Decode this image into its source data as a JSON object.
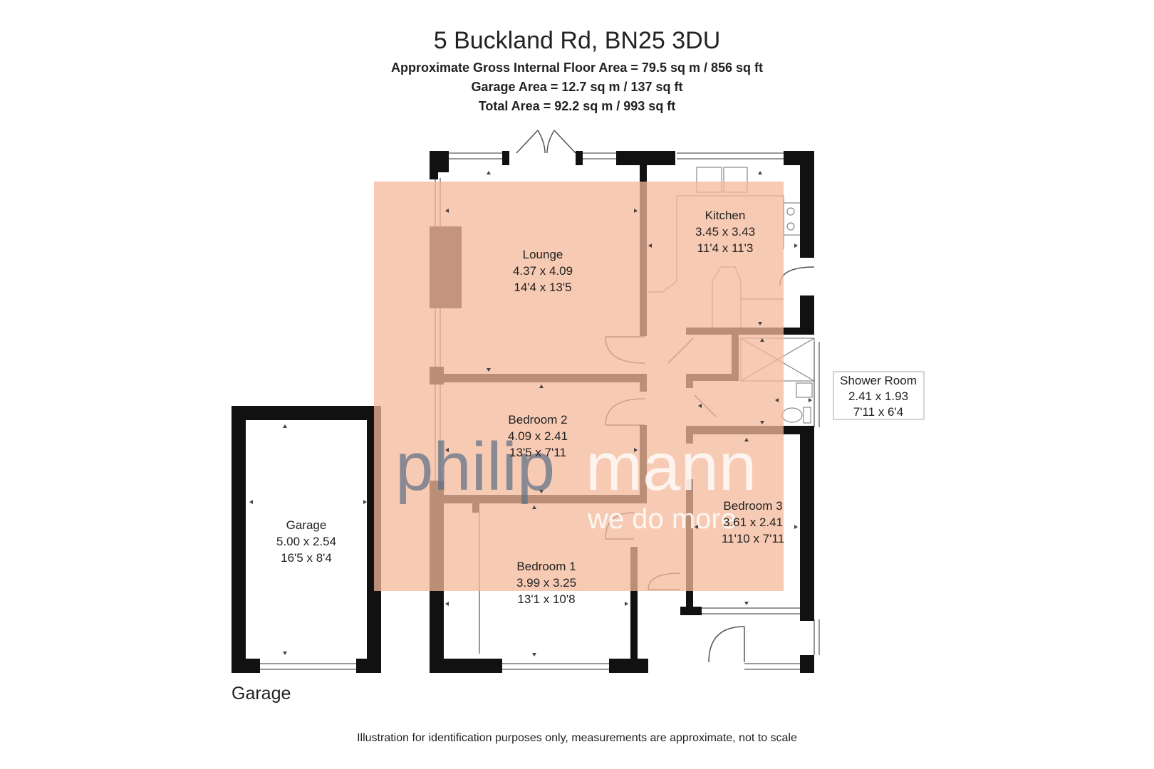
{
  "header": {
    "title": "5 Buckland Rd, BN25 3DU",
    "area_internal": "Approximate Gross Internal Floor Area = 79.5 sq m / 856 sq ft",
    "area_garage": "Garage Area = 12.7 sq m / 137 sq ft",
    "area_total": "Total Area = 92.2 sq m / 993 sq ft"
  },
  "rooms": {
    "lounge": {
      "name": "Lounge",
      "metric": "4.37 x 4.09",
      "imperial": "14'4 x 13'5"
    },
    "kitchen": {
      "name": "Kitchen",
      "metric": "3.45 x 3.43",
      "imperial": "11'4 x 11'3"
    },
    "bedroom2": {
      "name": "Bedroom 2",
      "metric": "4.09 x 2.41",
      "imperial": "13'5 x 7'11"
    },
    "shower": {
      "name": "Shower Room",
      "metric": "2.41 x 1.93",
      "imperial": "7'11 x 6'4"
    },
    "bedroom3": {
      "name": "Bedroom 3",
      "metric": "3.61 x 2.41",
      "imperial": "11'10 x 7'11"
    },
    "bedroom1": {
      "name": "Bedroom 1",
      "metric": "3.99 x 3.25",
      "imperial": "13'1 x 10'8"
    },
    "garage": {
      "name": "Garage",
      "metric": "5.00 x 2.54",
      "imperial": "16'5 x 8'4"
    }
  },
  "watermark": {
    "brand_dark": "philip",
    "brand_light": "mann",
    "tagline": "we do more"
  },
  "footer": {
    "label": "Garage",
    "disclaimer": "Illustration for identification purposes only, measurements are approximate, not to scale"
  },
  "colors": {
    "wall": "#111111",
    "overlay": "#f4b89a",
    "brand_dark": "#5a6e86",
    "brand_light": "#ffffff"
  }
}
